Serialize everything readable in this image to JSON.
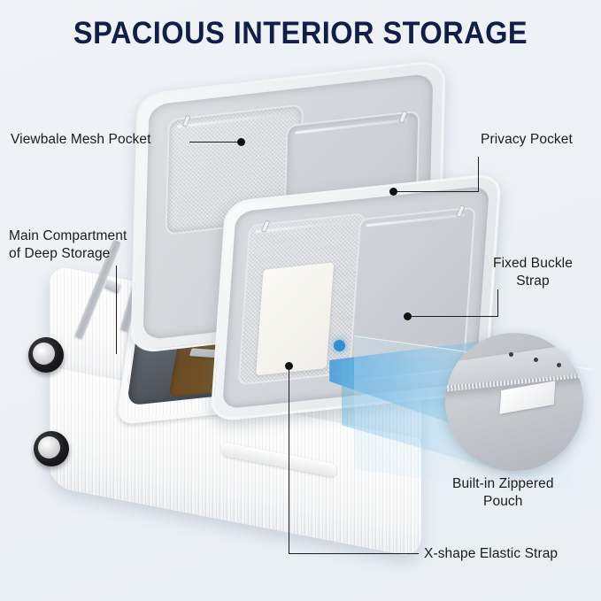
{
  "page": {
    "title": "SPACIOUS INTERIOR STORAGE",
    "background_color": "#eef2f7",
    "title_color": "#111f47",
    "label_color": "#1b1b1b",
    "accent_color": "#2f90d6"
  },
  "callouts": [
    {
      "id": "mesh-pocket",
      "label": "Viewbale Mesh Pocket"
    },
    {
      "id": "privacy-pocket",
      "label": "Privacy Pocket"
    },
    {
      "id": "main-compartment",
      "label_line1": "Main Compartment",
      "label_line2": "of Deep Storage"
    },
    {
      "id": "buckle-strap",
      "label_line1": "Fixed Buckle",
      "label_line2": "Strap"
    },
    {
      "id": "zippered-pouch",
      "label_line1": "Built-in Zippered",
      "label_line2": "Pouch"
    },
    {
      "id": "elastic-strap",
      "label": "X-shape Elastic Strap"
    }
  ],
  "product": {
    "type": "hardshell-spinner-suitcase",
    "shell_color": "#ffffff",
    "lining_color": "#c8ccd1",
    "wheel_color": "#1c1c1e",
    "wheel_count_visible": 2,
    "packed_contents_color": "#7c5a2c"
  }
}
